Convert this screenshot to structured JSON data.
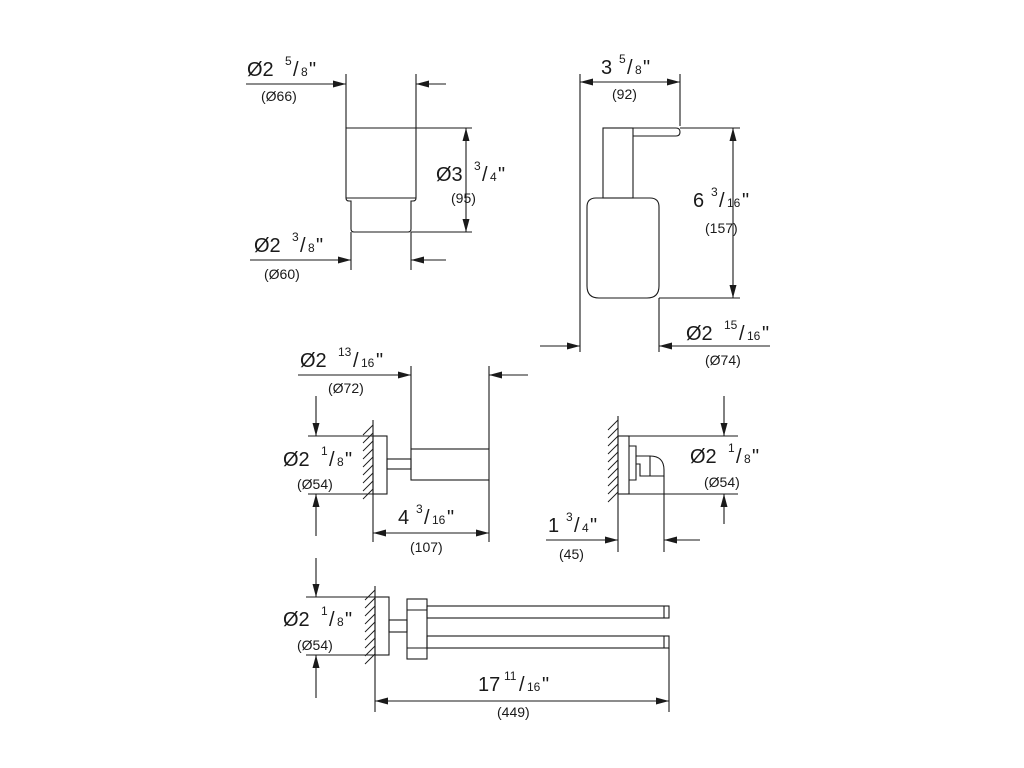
{
  "dimensions": {
    "tumbler_top_diameter": {
      "whole": "Ø2",
      "num": "5",
      "den": "8",
      "mark": "\"",
      "mm": "(Ø66)"
    },
    "tumbler_height": {
      "whole": "Ø3",
      "num": "3",
      "den": "4",
      "mark": "\"",
      "mm": "(95)"
    },
    "tumbler_bottom_diameter": {
      "whole": "Ø2",
      "num": "3",
      "den": "8",
      "mark": "\"",
      "mm": "(Ø60)"
    },
    "dispenser_width": {
      "whole": "3",
      "num": "5",
      "den": "8",
      "mark": "\"",
      "mm": "(92)"
    },
    "dispenser_height": {
      "whole": "6",
      "num": "3",
      "den": "16",
      "mark": "\"",
      "mm": "(157)"
    },
    "dispenser_diameter": {
      "whole": "Ø2",
      "num": "15",
      "den": "16",
      "mark": "\"",
      "mm": "(Ø74)"
    },
    "holder_diameter": {
      "whole": "Ø2",
      "num": "13",
      "den": "16",
      "mark": "\"",
      "mm": "(Ø72)"
    },
    "holder_rosette": {
      "whole": "Ø2",
      "num": "1",
      "den": "8",
      "mark": "\"",
      "mm": "(Ø54)"
    },
    "holder_projection": {
      "whole": "4",
      "num": "3",
      "den": "16",
      "mark": "\"",
      "mm": "(107)"
    },
    "hook_rosette": {
      "whole": "Ø2",
      "num": "1",
      "den": "8",
      "mark": "\"",
      "mm": "(Ø54)"
    },
    "hook_projection": {
      "whole": "1",
      "num": "3",
      "den": "4",
      "mark": "\"",
      "mm": "(45)"
    },
    "towel_bar_rosette": {
      "whole": "Ø2",
      "num": "1",
      "den": "8",
      "mark": "\"",
      "mm": "(Ø54)"
    },
    "towel_bar_length": {
      "whole": "17",
      "num": "11",
      "den": "16",
      "mark": "\"",
      "mm": "(449)"
    }
  }
}
